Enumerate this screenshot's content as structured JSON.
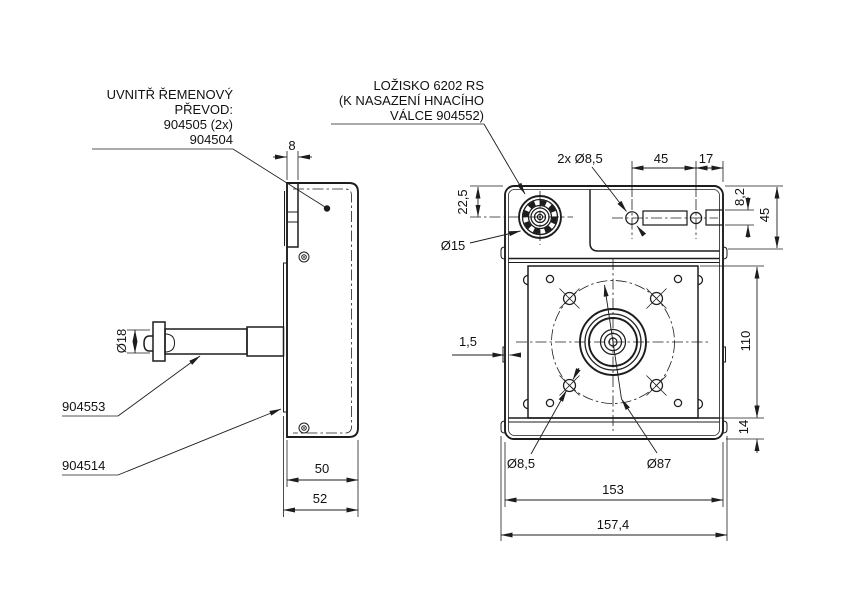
{
  "drawing": {
    "title_implicit": "gearbox technical drawing",
    "background": "#ffffff",
    "line_color": "#1d1d1d",
    "labels": {
      "belt_drive_line1": "UVNITŘ ŘEMENOVÝ",
      "belt_drive_line2": "PŘEVOD:",
      "belt_drive_line3": "904505 (2x)",
      "belt_drive_line4": "904504",
      "bearing_line1": "LOŽISKO 6202 RS",
      "bearing_line2": "(K NASAZENÍ HNACÍHO",
      "bearing_line3": "VÁLCE 904552)",
      "part_904553": "904553",
      "part_904514": "904514"
    },
    "dimensions": {
      "d8": "8",
      "d18dia": "Ø18",
      "d50": "50",
      "d52": "52",
      "d2x85": "2x Ø8,5",
      "d45_top": "45",
      "d17": "17",
      "d82": "8,2",
      "d45_right": "45",
      "d225": "22,5",
      "d15dia": "Ø15",
      "d15": "1,5",
      "d110": "110",
      "d14": "14",
      "d85dia": "Ø8,5",
      "d87dia": "Ø87",
      "d153": "153",
      "d1574": "157,4"
    }
  }
}
